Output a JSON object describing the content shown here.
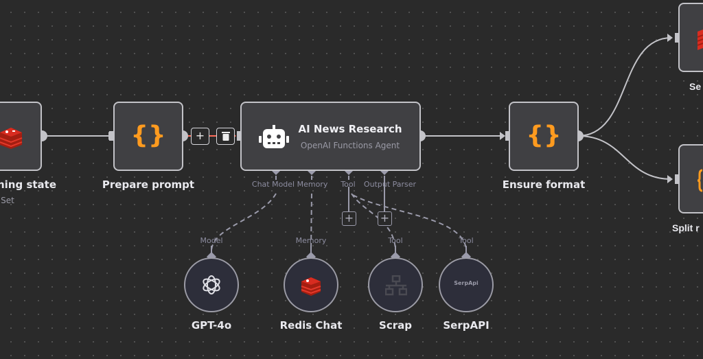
{
  "nodes": {
    "running_state": {
      "label": "ning state",
      "subtitle": "Set",
      "icon": "redis-icon"
    },
    "prepare_prompt": {
      "label": "Prepare prompt",
      "icon": "braces-icon"
    },
    "agent": {
      "title": "AI News Research",
      "subtitle": "OpenAI Functions Agent",
      "icon": "robot-icon",
      "inputs": [
        "Chat Model",
        "Memory",
        "Tool",
        "Output Parser"
      ]
    },
    "ensure_format": {
      "label": "Ensure format",
      "icon": "braces-icon"
    },
    "right_top": {
      "label": "Se",
      "icon": "redis-icon"
    },
    "right_bottom": {
      "label": "Split r",
      "icon": "braces-icon"
    }
  },
  "connection_buttons": {
    "add": "+",
    "delete": "delete-icon"
  },
  "sub_nodes": [
    {
      "type": "Model",
      "label": "GPT-4o",
      "icon": "openai-icon"
    },
    {
      "type": "Memory",
      "label": "Redis Chat",
      "icon": "redis-icon"
    },
    {
      "type": "Tool",
      "label": "Scrap",
      "icon": "network-icon"
    },
    {
      "type": "Tool",
      "label": "SerpAPI",
      "icon": "serpapi-logo",
      "logo_text": "SerpApi"
    }
  ],
  "add_symbol": "+",
  "colors": {
    "background": "#2a2a2a",
    "node": "#404043",
    "border": "#c3c3c8",
    "accent_orange": "#ff9b1f",
    "redis_red": "#d82c20",
    "hover_connection": "#ff6d5a"
  }
}
